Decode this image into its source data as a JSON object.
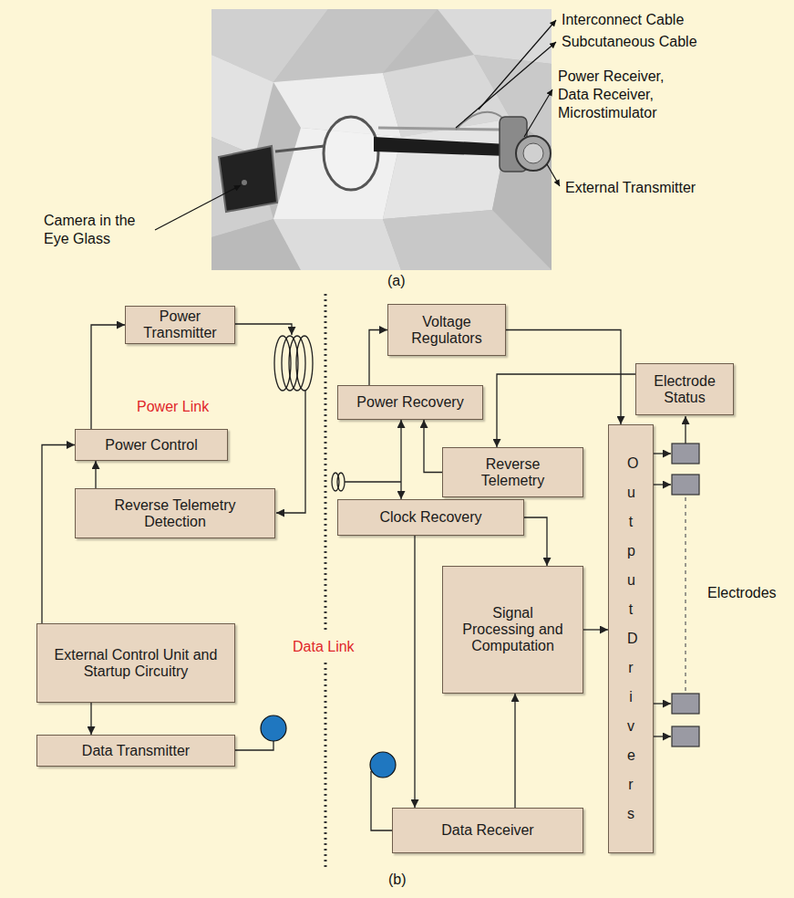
{
  "diagram": {
    "nodes": [
      {
        "text": [
          "Voltage Regulators"
        ]
      },
      {
        "text": [
          "Power Transmitter"
        ]
      },
      {
        "text": [
          "Electrode Status"
        ]
      },
      {
        "text": [
          "Power Recovery"
        ]
      },
      {
        "text": [
          "Output Drivers"
        ]
      },
      {
        "text": [
          "Power Control"
        ]
      },
      {
        "text": [
          "Reverse Telemetry"
        ]
      },
      {
        "text": [
          "Reverse Telemetry Detection"
        ]
      },
      {
        "text": [
          "Clock Recovery"
        ]
      },
      {
        "text": [
          "Signal Processing and Computation"
        ]
      },
      {
        "text": [
          "External Control Unit and Startup Circuitry"
        ]
      },
      {
        "text": [
          "Data Transmitter"
        ]
      },
      {
        "text": [
          "Data Receiver"
        ]
      }
    ],
    "edges": [
      {
        "from": 5,
        "to": 1,
        "arrow": "to"
      },
      {
        "from": 7,
        "to": 5,
        "arrow": "to"
      },
      {
        "from": 10,
        "to": 5,
        "arrow": "to"
      },
      {
        "from": 10,
        "to": 11,
        "arrow": "to"
      },
      {
        "from": 3,
        "to": 0,
        "arrow": "to"
      },
      {
        "from": 0,
        "to": 4,
        "arrow": "to"
      },
      {
        "from": 2,
        "to": 6,
        "arrow": "to"
      },
      {
        "from": 6,
        "to": 3,
        "arrow": "to"
      },
      {
        "from": 3,
        "to": 8,
        "arrow": "both"
      },
      {
        "from": 8,
        "to": 9,
        "arrow": "to"
      },
      {
        "from": 8,
        "to": 12,
        "arrow": "to"
      },
      {
        "from": 12,
        "to": 9,
        "arrow": "to"
      },
      {
        "from": 9,
        "to": 4,
        "arrow": "to"
      }
    ],
    "labels": [
      "Interconnect Cable",
      "Subcutaneous Cable",
      "Power Receiver, Data Receiver, Microstimulator",
      "External Transmitter",
      "Camera in the Eye Glass",
      "(a)",
      "Power Link",
      "Data Link",
      "Electrodes",
      "(b)"
    ]
  }
}
